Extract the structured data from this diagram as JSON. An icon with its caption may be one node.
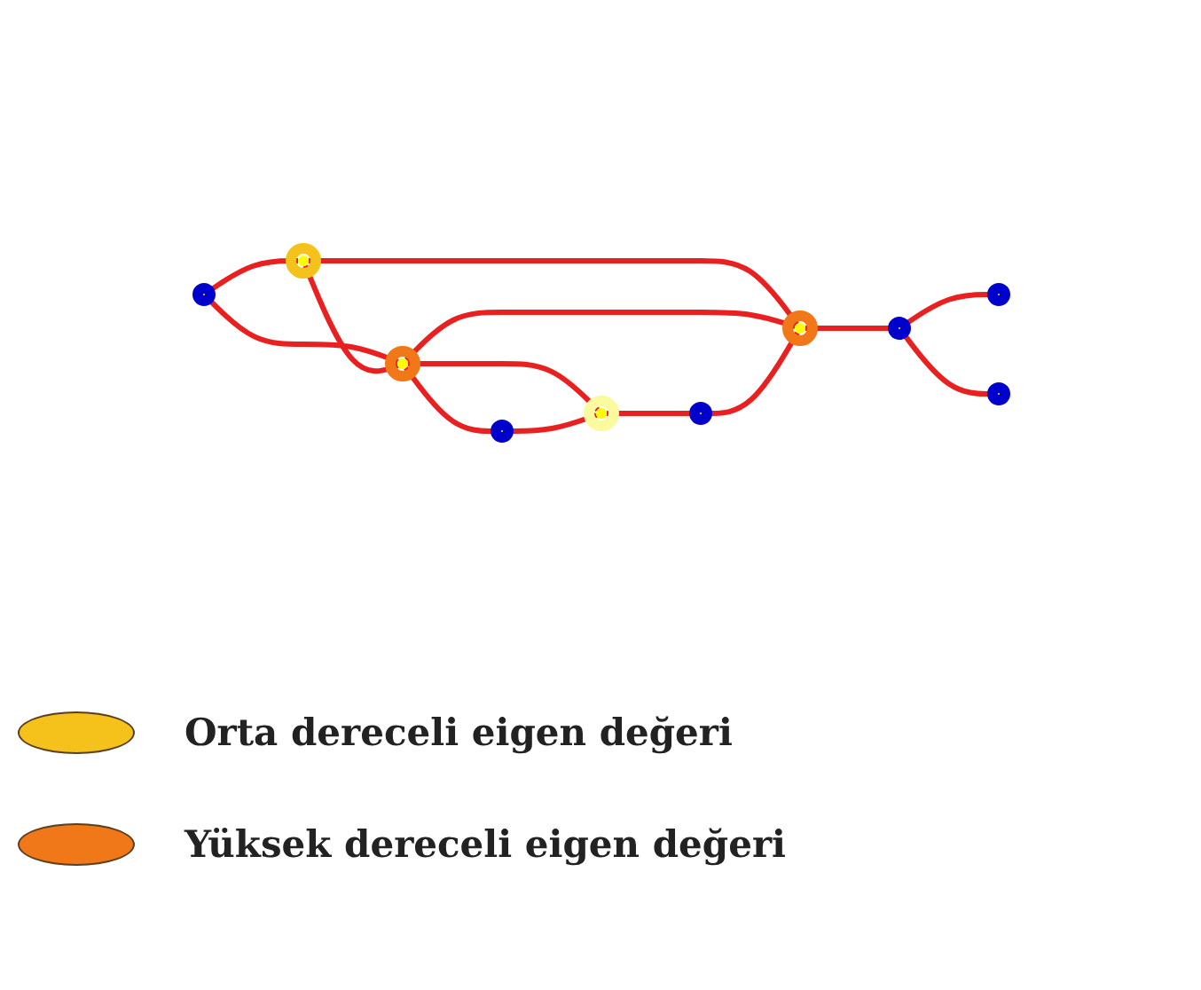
{
  "diagram": {
    "nodes": [
      {
        "text": [],
        "shape": "circle"
      },
      {
        "text": [],
        "shape": "circle"
      },
      {
        "text": [],
        "shape": "circle"
      },
      {
        "text": [],
        "shape": "circle"
      },
      {
        "text": [],
        "shape": "circle"
      },
      {
        "text": [],
        "shape": "circle"
      },
      {
        "text": [],
        "shape": "circle"
      },
      {
        "text": [],
        "shape": "circle"
      },
      {
        "text": [],
        "shape": "circle"
      },
      {
        "text": [],
        "shape": "circle"
      }
    ],
    "edges": [
      {
        "from": 0,
        "to": 1,
        "arrow": "none"
      },
      {
        "from": 0,
        "to": 3,
        "arrow": "none"
      },
      {
        "from": 1,
        "to": 3,
        "arrow": "none"
      },
      {
        "from": 1,
        "to": 4,
        "arrow": "none"
      },
      {
        "from": 3,
        "to": 4,
        "arrow": "none"
      },
      {
        "from": 4,
        "to": 5,
        "arrow": "none"
      },
      {
        "from": 5,
        "to": 2,
        "arrow": "none"
      },
      {
        "from": 5,
        "to": 9,
        "arrow": "none"
      },
      {
        "from": 3,
        "to": 6,
        "arrow": "none"
      },
      {
        "from": 3,
        "to": 7,
        "arrow": "none"
      },
      {
        "from": 6,
        "to": 7,
        "arrow": "none"
      },
      {
        "from": 7,
        "to": 8,
        "arrow": "none"
      },
      {
        "from": 8,
        "to": 4,
        "arrow": "none"
      }
    ],
    "legend": [
      {
        "text": "Orta dereceli eigen değeri",
        "color": "#f5c21b"
      },
      {
        "text": "Yüksek dereceli eigen değeri",
        "color": "#f07818"
      }
    ]
  }
}
